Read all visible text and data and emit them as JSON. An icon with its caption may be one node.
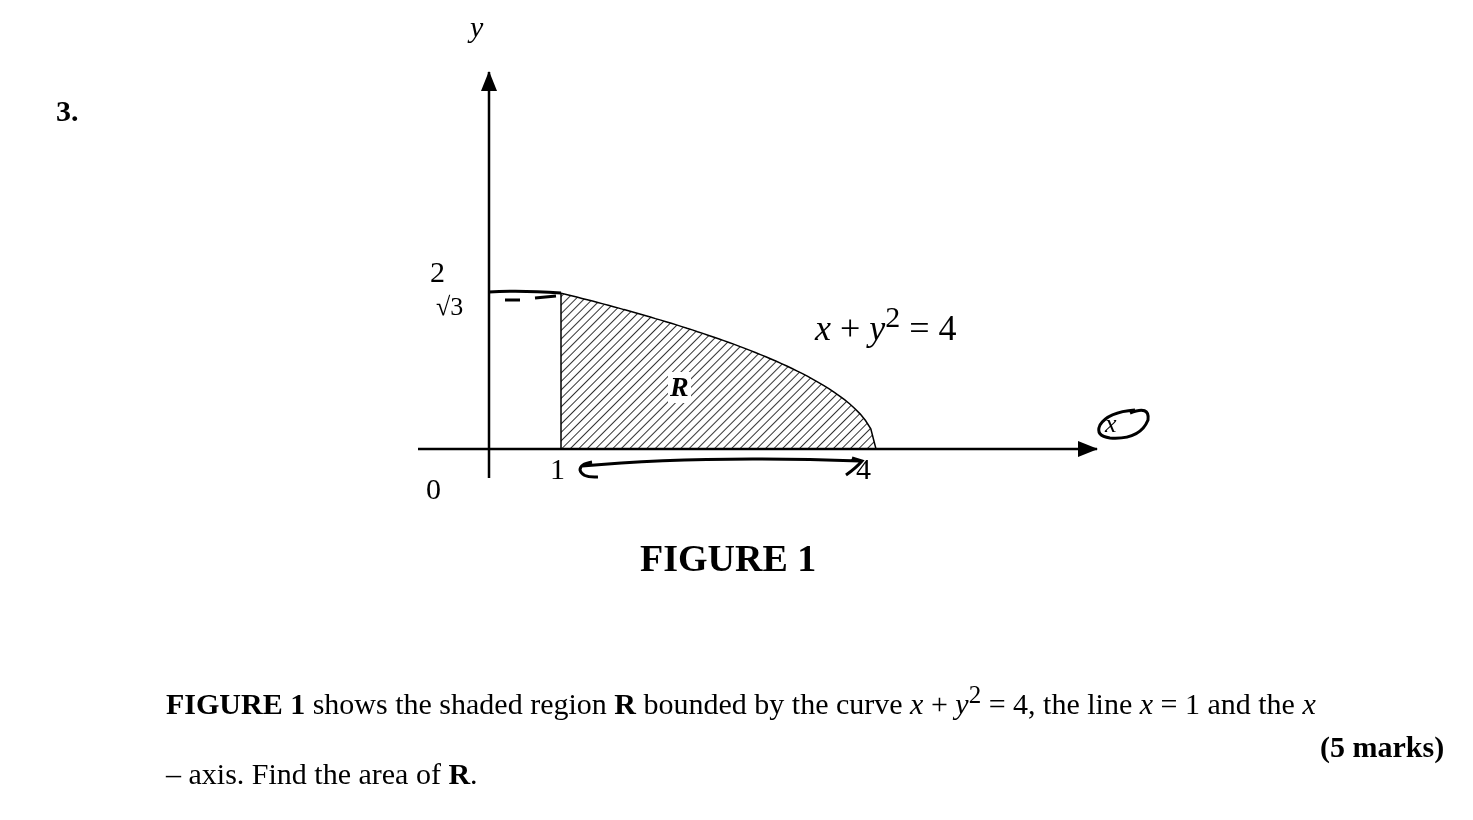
{
  "diagram": {
    "caption": "FIGURE 1",
    "nodes": [
      {
        "text": [
          "R"
        ]
      }
    ],
    "labels": [
      "3.",
      "y",
      "2",
      "√3",
      "*x* + *y*$^{2}$ = 4",
      "x",
      "0",
      "1",
      "4",
      "**FIGURE 1** shows the shaded region **R** bounded by the curve *x* + *y*$^{2}$ = 4, the line *x* = 1 and the *x* – axis. Find the area of **R**.",
      "(5 marks)"
    ]
  }
}
